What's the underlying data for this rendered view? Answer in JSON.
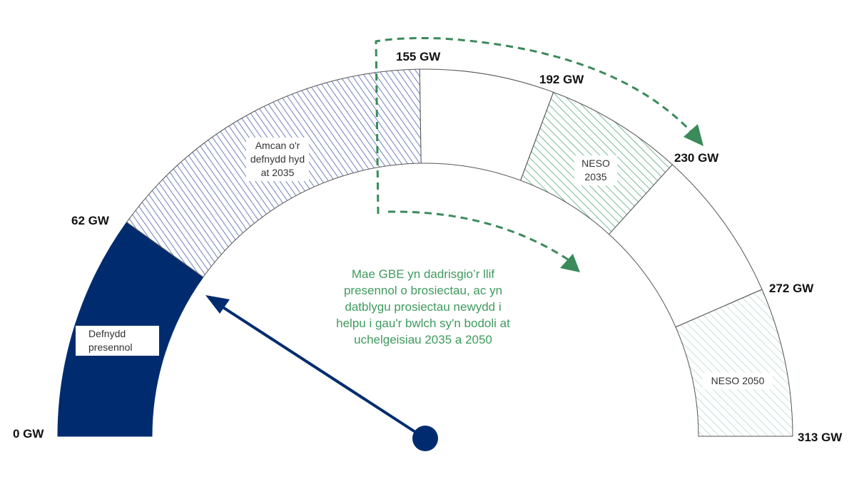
{
  "chart_data": {
    "type": "gauge",
    "unit": "GW",
    "range": [
      0,
      313
    ],
    "ticks": [
      {
        "value": 0,
        "label": "0 GW"
      },
      {
        "value": 62,
        "label": "62 GW"
      },
      {
        "value": 155,
        "label": "155 GW"
      },
      {
        "value": 192,
        "label": "192 GW"
      },
      {
        "value": 230,
        "label": "230 GW"
      },
      {
        "value": 272,
        "label": "272 GW"
      },
      {
        "value": 313,
        "label": "313 GW"
      }
    ],
    "segments": [
      {
        "from": 0,
        "to": 62,
        "fill": "solid-navy",
        "label": "Defnydd presennol"
      },
      {
        "from": 62,
        "to": 155,
        "fill": "hatch-blue",
        "label": "Amcan o'r defnydd hyd at 2035"
      },
      {
        "from": 155,
        "to": 192,
        "fill": "none",
        "label": ""
      },
      {
        "from": 192,
        "to": 230,
        "fill": "hatch-green",
        "label": "NESO 2035"
      },
      {
        "from": 230,
        "to": 272,
        "fill": "none",
        "label": ""
      },
      {
        "from": 272,
        "to": 313,
        "fill": "hatch-lightgreen",
        "label": "NESO 2050"
      }
    ],
    "needle_value": 62,
    "annotation": "Mae GBE yn dadrisgio’r llif presennol o brosiectau, ac yn datblygu prosiectau newydd i helpu i gau'r bwlch sy'n bodoli at uchelgeisiau 2035 a 2050"
  },
  "colors": {
    "navy": "#002c6f",
    "blue_hatch": "#4a63a8",
    "green_hatch": "#4ea37a",
    "light_green_hatch": "#9fcfb5",
    "arrow_green": "#3a8a5a",
    "text_green": "#3f9a5e"
  }
}
